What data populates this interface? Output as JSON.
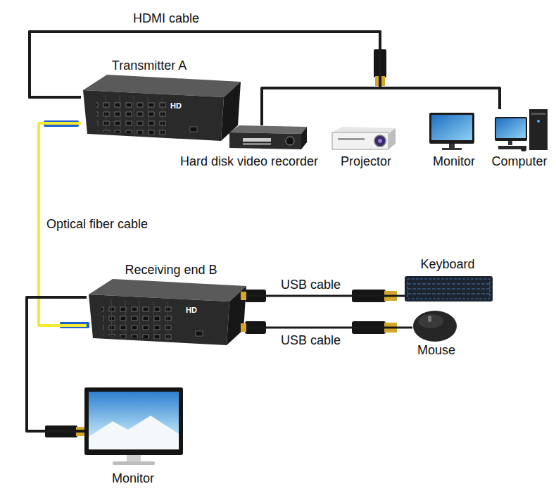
{
  "diagram": {
    "nodes": [
      {
        "text": [
          "Transmitter A"
        ]
      },
      {
        "text": [
          "Hard disk video recorder"
        ]
      },
      {
        "text": [
          "Projector"
        ]
      },
      {
        "text": [
          "Monitor"
        ]
      },
      {
        "text": [
          "Computer"
        ]
      },
      {
        "text": [
          "Receiving end B"
        ]
      },
      {
        "text": [
          "Keyboard"
        ]
      },
      {
        "text": [
          "Mouse"
        ]
      },
      {
        "text": [
          "Monitor"
        ]
      }
    ],
    "edges": [
      {
        "from": 0,
        "to": 1,
        "label": "HDMI cable",
        "arrow": "none"
      },
      {
        "from": 0,
        "to": 4,
        "arrow": "none"
      },
      {
        "from": 0,
        "to": 5,
        "label": "Optical fiber cable",
        "arrow": "none"
      },
      {
        "from": 5,
        "to": 6,
        "label": "USB cable",
        "arrow": "none"
      },
      {
        "from": 5,
        "to": 7,
        "label": "USB cable",
        "arrow": "none"
      },
      {
        "from": 5,
        "to": 8,
        "arrow": "none"
      }
    ],
    "labels": [
      "HD",
      "HD"
    ]
  }
}
